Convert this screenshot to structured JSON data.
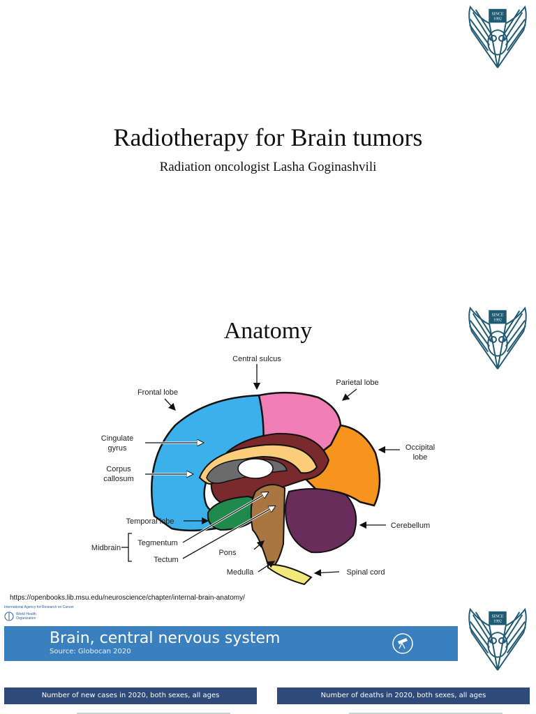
{
  "slide1": {
    "title": "Radiotherapy for Brain tumors",
    "subtitle": "Radiation oncologist Lasha Goginashvili",
    "logo": {
      "icon": "winged-owl-crest-icon",
      "badge_line1": "SINCE",
      "badge_line2": "1992",
      "color": "#1f5a73"
    }
  },
  "slide2": {
    "title": "Anatomy",
    "diagram_labels": {
      "central_sulcus": "Central sulcus",
      "frontal_lobe": "Frontal lobe",
      "parietal_lobe": "Parietal lobe",
      "cingulate_1": "Cingulate",
      "cingulate_2": "gyrus",
      "corpus_1": "Corpus",
      "corpus_2": "callosum",
      "occipital_1": "Occipital",
      "occipital_2": "lobe",
      "temporal_lobe": "Temporal lobe",
      "cerebellum": "Cerebellum",
      "tegmentum": "Tegmentum",
      "midbrain": "Midbrain",
      "tectum": "Tectum",
      "pons": "Pons",
      "medulla": "Medulla",
      "spinal_cord": "Spinal cord"
    },
    "region_colors": {
      "frontal": "#3bb0ea",
      "parietal": "#ef7fb5",
      "occipital": "#f7941d",
      "temporal": "#1f8a4c",
      "cerebellum": "#6a2c5b",
      "cingulate": "#7a2a2a",
      "corpus_callosum": "#fbcd7a",
      "brainstem": "#a97642",
      "spinal_cord": "#f3e97a"
    },
    "source_url": "https://openbooks.lib.msu.edu/neuroscience/chapter/internal-brain-anatomy/"
  },
  "slide3": {
    "org_line1": "International Agency for Research on Cancer",
    "org_line2": "World Health",
    "org_line3": "Organization",
    "banner_title": "Brain, central nervous system",
    "banner_source": "Source: Globocan 2020",
    "banner_icon": "gco-telescope-icon",
    "panel_left_title": "Number of new cases in 2020, both sexes, all ages",
    "panel_right_title": "Number of deaths in 2020, both sexes, all ages"
  }
}
